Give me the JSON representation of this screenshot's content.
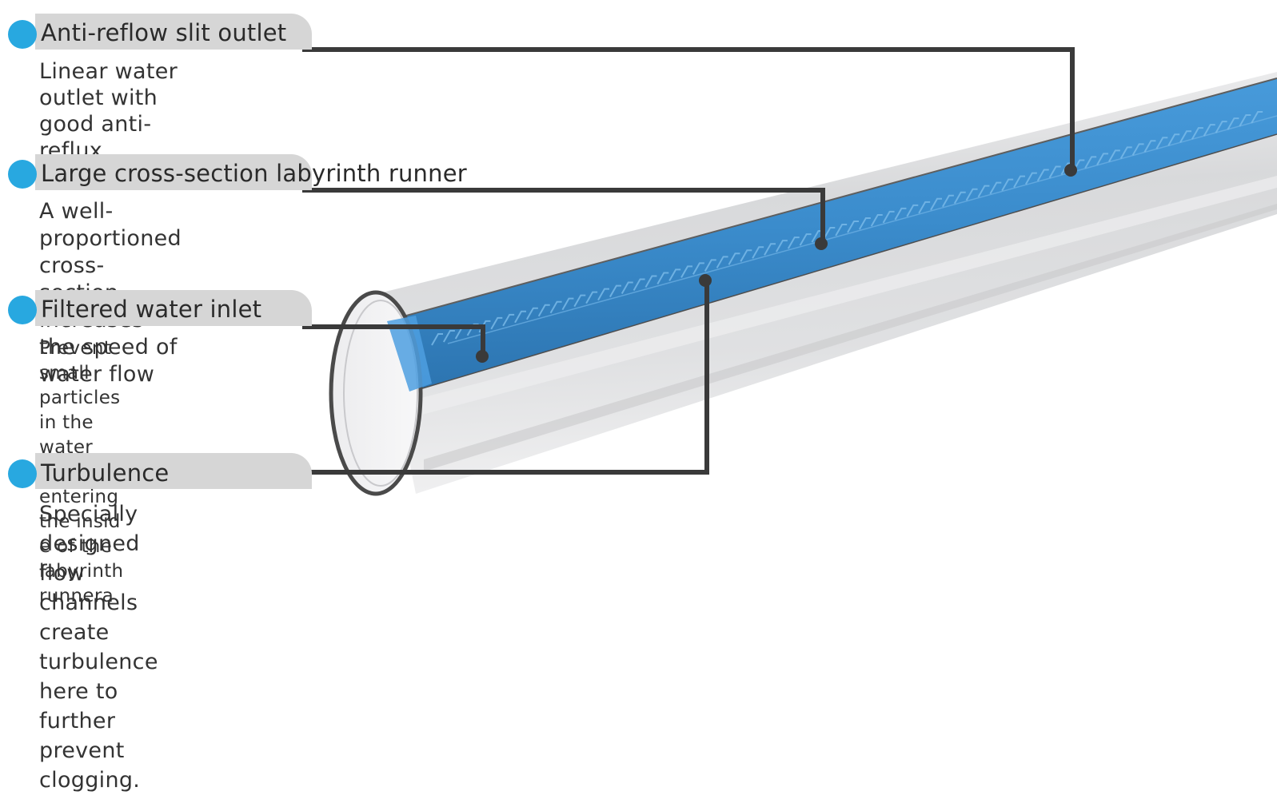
{
  "features": [
    {
      "title": "Anti-reflow slit outlet",
      "description": "Linear water outlet with good anti-reflux performance"
    },
    {
      "title": "Large cross-section labyrinth  runner",
      "description": "A well-proportioned cross-section increases\nthe speed of water flow"
    },
    {
      "title": "Filtered water inlet",
      "description": "Prevent small particles in the\nwater from entering the insid\ne  of the labyrinth runnera"
    },
    {
      "title": "Turbulence",
      "description": "Specially designed flow channels\ncreate turbulence here to further\nprevent clogging."
    }
  ],
  "colors": {
    "accent_dot": "#28a8e0",
    "tab_gray": "#d6d6d6",
    "leader_line": "#3a3a3a",
    "channel_blue": "#3a8fd0",
    "pipe_gray": "#d9dadc"
  }
}
